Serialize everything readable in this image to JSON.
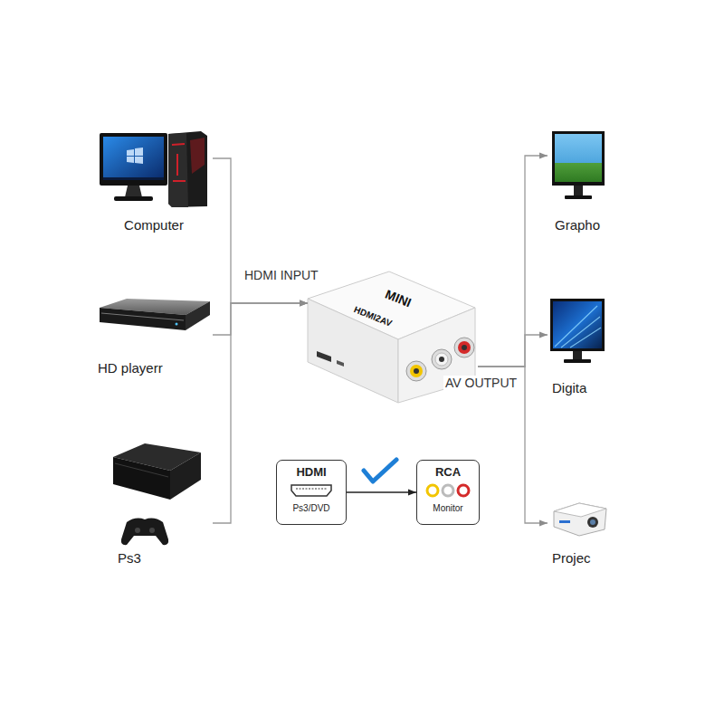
{
  "diagram": {
    "nodes": [
      {
        "text": [
          "Computer"
        ]
      },
      {
        "text": [
          "HD playerr"
        ]
      },
      {
        "text": [
          "Ps3"
        ]
      },
      {
        "text": [
          "MINI",
          "HDMI2AV"
        ]
      },
      {
        "text": [
          "Grapho"
        ]
      },
      {
        "text": [
          "Digita"
        ]
      },
      {
        "text": [
          "Projec"
        ]
      },
      {
        "text": [
          "HDMI",
          "Ps3/DVD"
        ]
      },
      {
        "text": [
          "RCA",
          "Monitor"
        ]
      }
    ],
    "edges": [
      {
        "from": 0,
        "to": 3,
        "arrow": "to",
        "label": "HDMI INPUT"
      },
      {
        "from": 1,
        "to": 3,
        "arrow": "to"
      },
      {
        "from": 2,
        "to": 3,
        "arrow": "to"
      },
      {
        "from": 3,
        "to": 4,
        "arrow": "to"
      },
      {
        "from": 3,
        "to": 5,
        "arrow": "to",
        "label": "AV OUTPUT"
      },
      {
        "from": 3,
        "to": 6,
        "arrow": "to"
      },
      {
        "from": 7,
        "to": 8,
        "arrow": "to"
      }
    ]
  }
}
